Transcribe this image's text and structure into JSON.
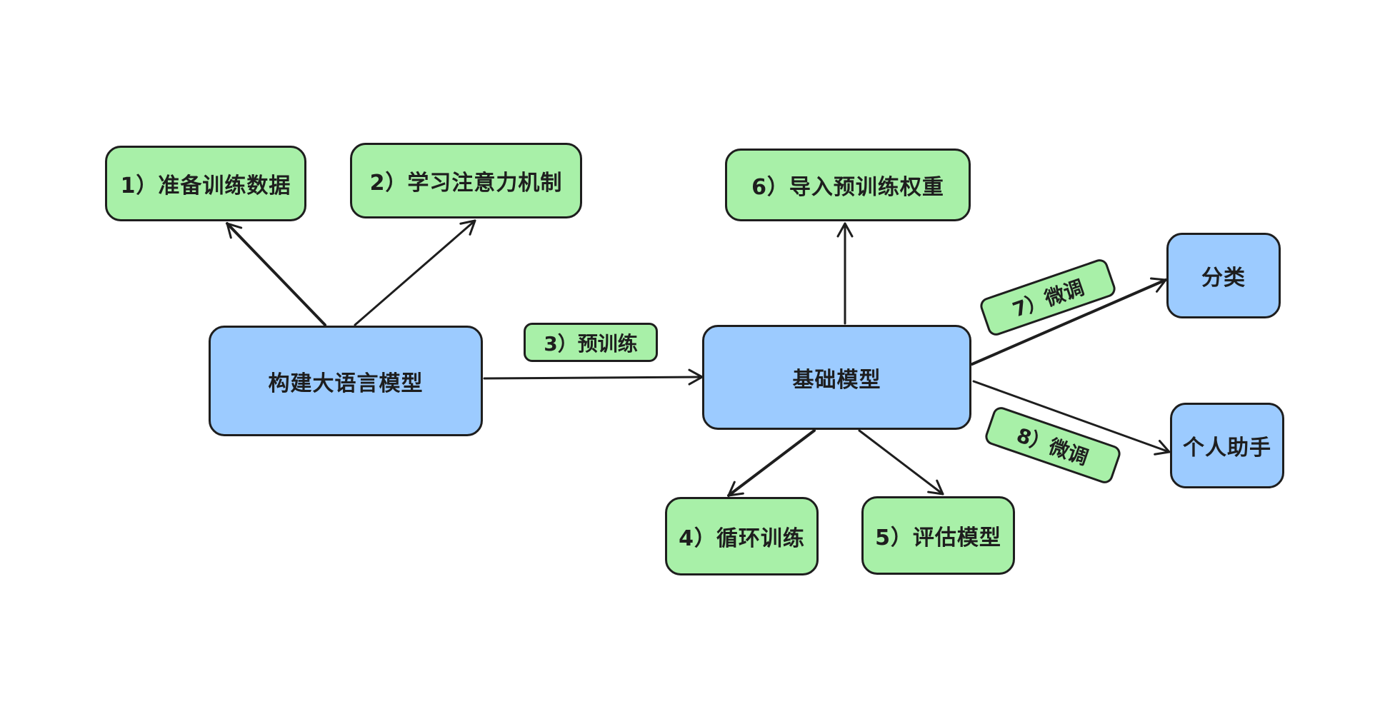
{
  "nodes": {
    "build_llm": "构建大语言模型",
    "prepare_data": "1）准备训练数据",
    "attention": "2）学习注意力机制",
    "base_model": "基础模型",
    "load_weights": "6）导入预训练权重",
    "loop_training": "4）循环训练",
    "evaluate": "5）评估模型",
    "classification": "分类",
    "assistant": "个人助手"
  },
  "edge_labels": {
    "pretrain": "3）预训练",
    "finetune_classification": "7）微调",
    "finetune_assistant": "8）微调"
  },
  "colors": {
    "green": "#a8f0a8",
    "blue": "#9ccbff",
    "stroke": "#1e1e1e"
  }
}
